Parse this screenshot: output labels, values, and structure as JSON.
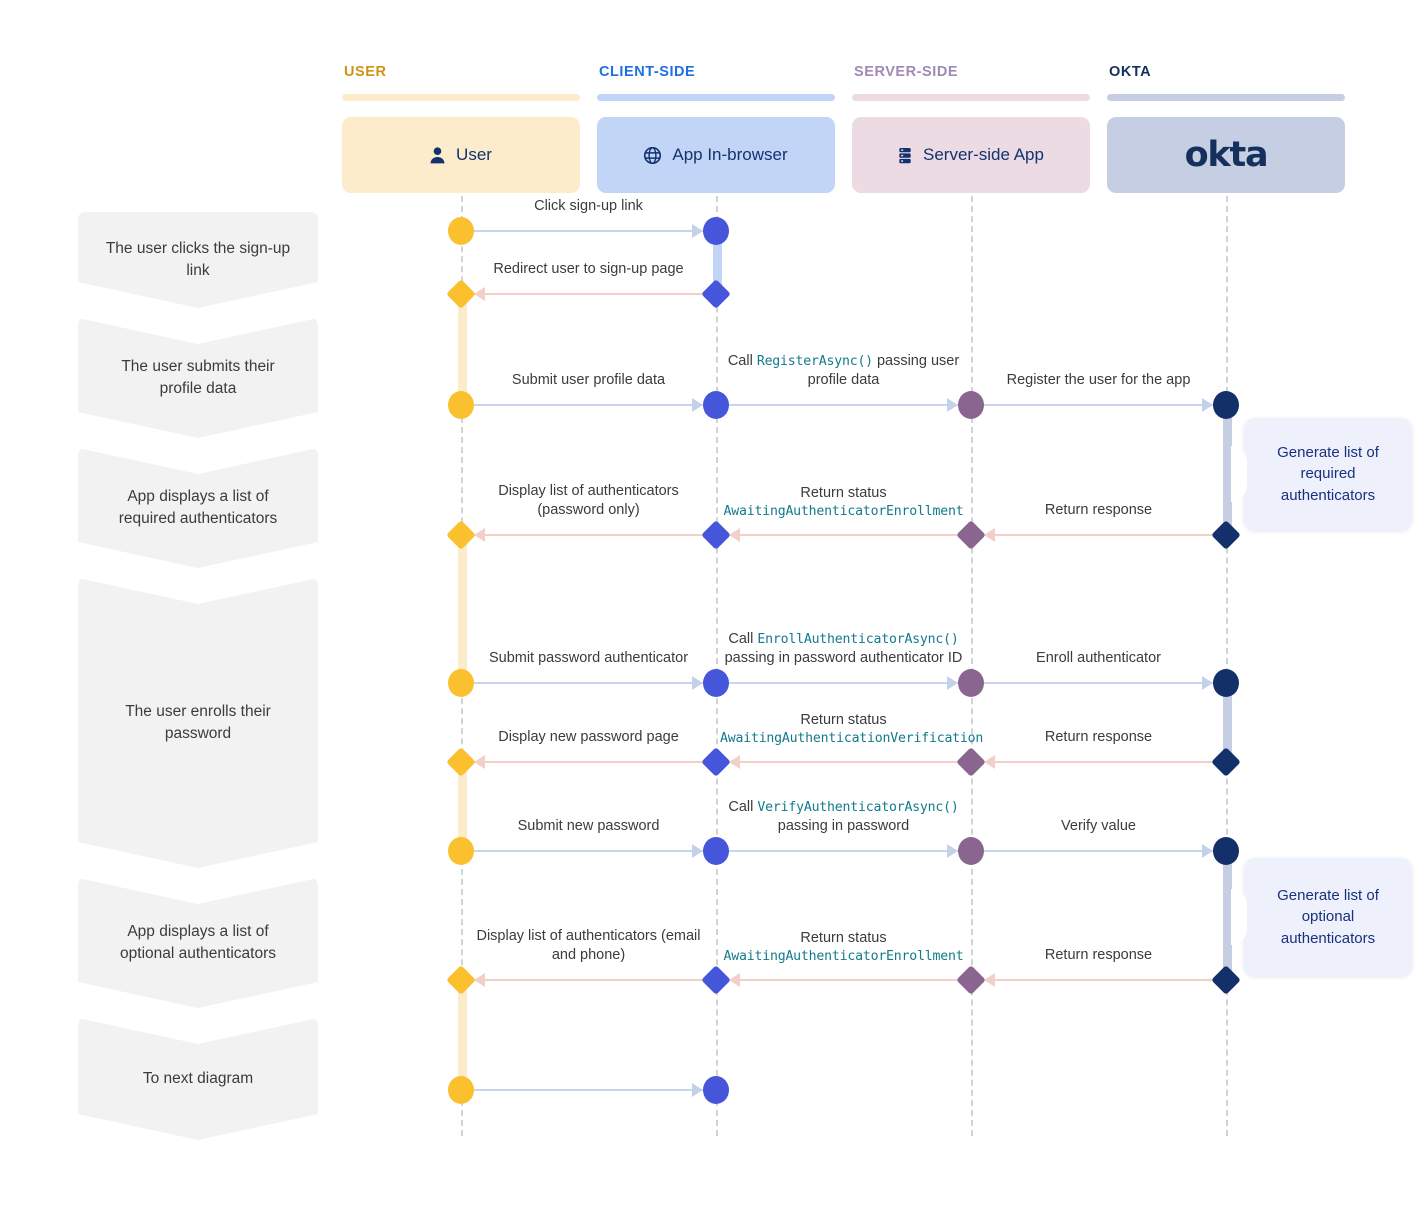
{
  "diagram": {
    "title": "Okta sign-up / self-service registration sequence diagram",
    "colors": {
      "user": "#fbc02d",
      "user_tint": "#fdeccb",
      "user_label": "#cf9214",
      "client": "#4556db",
      "client_tint": "#c2d5f7",
      "client_label": "#1f6fe0",
      "server": "#8a6590",
      "server_tint": "#ecdbe2",
      "server_label": "#a08ab4",
      "okta": "#13306b",
      "okta_tint": "#c5cee3",
      "okta_label": "#14305c",
      "call_arrow": "#c9d6e9",
      "return_arrow": "#f3cfc9",
      "code_text": "#137a8c",
      "callout_bg": "#eef1fc",
      "step_bg": "#f2f2f3"
    },
    "lanes": [
      {
        "key": "user",
        "title": "USER",
        "box_label": "User",
        "icon": "person-icon"
      },
      {
        "key": "client",
        "title": "CLIENT-SIDE",
        "box_label": "App In-browser",
        "icon": "globe-icon"
      },
      {
        "key": "server",
        "title": "SERVER-SIDE",
        "box_label": "Server-side App",
        "icon": "server-icon"
      },
      {
        "key": "okta",
        "title": "OKTA",
        "box_label": "okta",
        "icon": "okta-wordmark"
      }
    ],
    "steps": [
      {
        "id": "step-1",
        "label": "The user clicks the sign-up link"
      },
      {
        "id": "step-2",
        "label": "The user submits their profile data"
      },
      {
        "id": "step-3",
        "label": "App displays a list of required authenticators"
      },
      {
        "id": "step-4",
        "label": "The user enrolls their password"
      },
      {
        "id": "step-5",
        "label": "App displays a list of optional authenticators"
      },
      {
        "id": "step-6",
        "label": "To next diagram"
      }
    ],
    "messages": [
      {
        "id": "m1",
        "from": "user",
        "to": "client",
        "kind": "call",
        "text": "Click sign-up link"
      },
      {
        "id": "m2",
        "from": "client",
        "to": "user",
        "kind": "return",
        "text": "Redirect user to sign-up page"
      },
      {
        "id": "m3",
        "from": "user",
        "to": "client",
        "kind": "call",
        "text": "Submit user profile data"
      },
      {
        "id": "m4",
        "from": "client",
        "to": "server",
        "kind": "call",
        "text_pre": "Call ",
        "code": "RegisterAsync()",
        "text_post": " passing user profile data"
      },
      {
        "id": "m5",
        "from": "server",
        "to": "okta",
        "kind": "call",
        "text": "Register the user for the app"
      },
      {
        "id": "m6",
        "from": "okta",
        "to": "server",
        "kind": "return",
        "text": "Return response"
      },
      {
        "id": "m7",
        "from": "server",
        "to": "client",
        "kind": "return",
        "text_pre": "Return status",
        "code": "AwaitingAuthenticatorEnrollment"
      },
      {
        "id": "m8",
        "from": "client",
        "to": "user",
        "kind": "return",
        "text": "Display list of authenticators (password only)"
      },
      {
        "id": "m9",
        "from": "user",
        "to": "client",
        "kind": "call",
        "text": "Submit password authenticator"
      },
      {
        "id": "m10",
        "from": "client",
        "to": "server",
        "kind": "call",
        "text_pre": "Call ",
        "code": "EnrollAuthenticatorAsync()",
        "text_post": " passing in password authenticator ID"
      },
      {
        "id": "m11",
        "from": "server",
        "to": "okta",
        "kind": "call",
        "text": "Enroll authenticator"
      },
      {
        "id": "m12",
        "from": "okta",
        "to": "server",
        "kind": "return",
        "text": "Return response"
      },
      {
        "id": "m13",
        "from": "server",
        "to": "client",
        "kind": "return",
        "text_pre": "Return status",
        "code": "AwaitingAuthenticationVerification"
      },
      {
        "id": "m14",
        "from": "client",
        "to": "user",
        "kind": "return",
        "text": "Display new password page"
      },
      {
        "id": "m15",
        "from": "user",
        "to": "client",
        "kind": "call",
        "text": "Submit new password"
      },
      {
        "id": "m16",
        "from": "client",
        "to": "server",
        "kind": "call",
        "text_pre": "Call ",
        "code": "VerifyAuthenticatorAsync()",
        "text_post": " passing in password"
      },
      {
        "id": "m17",
        "from": "server",
        "to": "okta",
        "kind": "call",
        "text": "Verify value"
      },
      {
        "id": "m18",
        "from": "okta",
        "to": "server",
        "kind": "return",
        "text": "Return response"
      },
      {
        "id": "m19",
        "from": "server",
        "to": "client",
        "kind": "return",
        "text_pre": "Return status",
        "code": "AwaitingAuthenticatorEnrollment"
      },
      {
        "id": "m20",
        "from": "client",
        "to": "user",
        "kind": "return",
        "text": "Display list of authenticators (email and phone)"
      },
      {
        "id": "m21",
        "from": "user",
        "to": "client",
        "kind": "call",
        "text": ""
      }
    ],
    "callouts": [
      {
        "id": "callout-1",
        "lane": "okta",
        "label": "Generate list of required authenticators"
      },
      {
        "id": "callout-2",
        "lane": "okta",
        "label": "Generate list of optional authenticators"
      }
    ]
  }
}
